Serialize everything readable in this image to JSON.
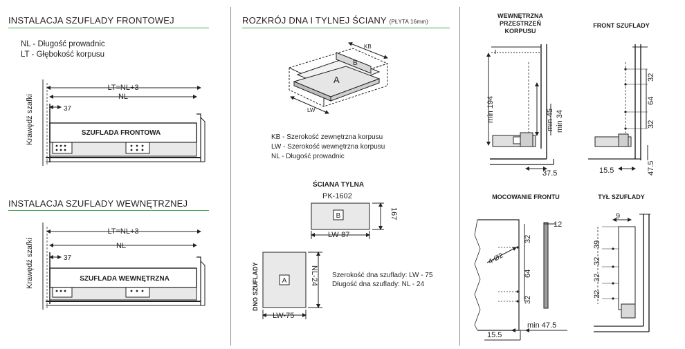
{
  "section1": {
    "title": "INSTALACJA SZUFLADY FRONTOWEJ",
    "legend": [
      "NL - Długość prowadnic",
      "LT - Głębokość korpusu"
    ],
    "edge_label": "Krawędź szafki",
    "dim_lt": "LT=NL+3",
    "dim_nl": "NL",
    "dim_37": "37",
    "drawer_label": "SZUFLADA FRONTOWA"
  },
  "section2": {
    "title": "INSTALACJA SZUFLADY WEWNĘTRZNEJ",
    "edge_label": "Krawędź szafki",
    "dim_lt": "LT=NL+3",
    "dim_nl": "NL",
    "dim_37": "37",
    "drawer_label": "SZUFLADA WEWNĘTRZNA"
  },
  "section3": {
    "title": "ROZKRÓJ DNA I TYLNEJ ŚCIANY",
    "title_note": "(PŁYTA 16mm)",
    "iso_labels": {
      "kb": "KB",
      "b": "B",
      "a": "A",
      "lw": "LW"
    },
    "legend": [
      "KB - Szerokość zewnętrzna korpusu",
      "LW - Szerokość wewnętrzna korpusu",
      "NL - Długość prowadnic"
    ],
    "back_wall": {
      "title": "ŚCIANA TYLNA",
      "code": "PK-1602",
      "letter": "B",
      "height": "167",
      "width": "LW-87"
    },
    "bottom": {
      "side_label": "DNO SZUFLADY",
      "letter": "A",
      "depth": "NL-24",
      "width": "LW-75",
      "notes": [
        "Szerokość dna szuflady: LW - 75",
        "Długość dna szuflady: NL - 24"
      ]
    }
  },
  "section4": {
    "internal": {
      "title_lines": [
        "WEWNĘTRZNA",
        "PRZESTRZEŃ",
        "KORPUSU"
      ],
      "dims": [
        "min 194",
        "min 45",
        "min 34",
        "37.5"
      ]
    },
    "front": {
      "title": "FRONT SZUFLADY",
      "dims": [
        "32",
        "64",
        "32",
        "15.5",
        "47.5"
      ]
    },
    "mount": {
      "title": "MOCOWANIE FRONTU",
      "hole": "4-Ø2",
      "dims": [
        "32",
        "64",
        "32",
        "12",
        "15.5",
        "min 47.5"
      ]
    },
    "rear": {
      "title": "TYŁ SZUFLADY",
      "dims": [
        "9",
        "39",
        "32",
        "32",
        "32"
      ]
    }
  }
}
